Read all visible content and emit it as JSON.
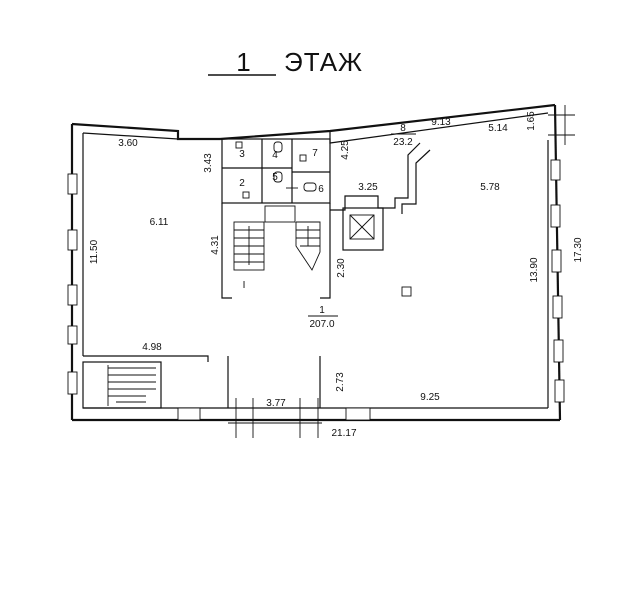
{
  "title": {
    "number": "1",
    "word": "ЭТАЖ"
  },
  "dimensions": {
    "top_left_wall": "3.60",
    "top_right_wall": "9.13",
    "top_right_inner": "5.14",
    "right_stub": "1.65",
    "left_outer": "11.50",
    "left_room_width": "6.11",
    "wc_height": "3.43",
    "stair_height": "4.31",
    "corridor_height": "4.25",
    "lobby_width": "3.25",
    "right_room_width": "5.78",
    "right_inner_height": "13.90",
    "right_outer_height": "17.30",
    "corridor_lower": "2.30",
    "bottom_left_width": "4.98",
    "entry_height": "2.73",
    "bottom_right_width": "9.25",
    "entry_width": "3.77",
    "overall_width": "21.17"
  },
  "rooms": {
    "r2": "2",
    "r3": "3",
    "r4": "4",
    "r5": "5",
    "r6": "6",
    "r7": "7",
    "r8_number": "8",
    "r8_area": "23.2",
    "r1_number": "1",
    "r1_area": "207.0",
    "stair_mark": "I"
  }
}
